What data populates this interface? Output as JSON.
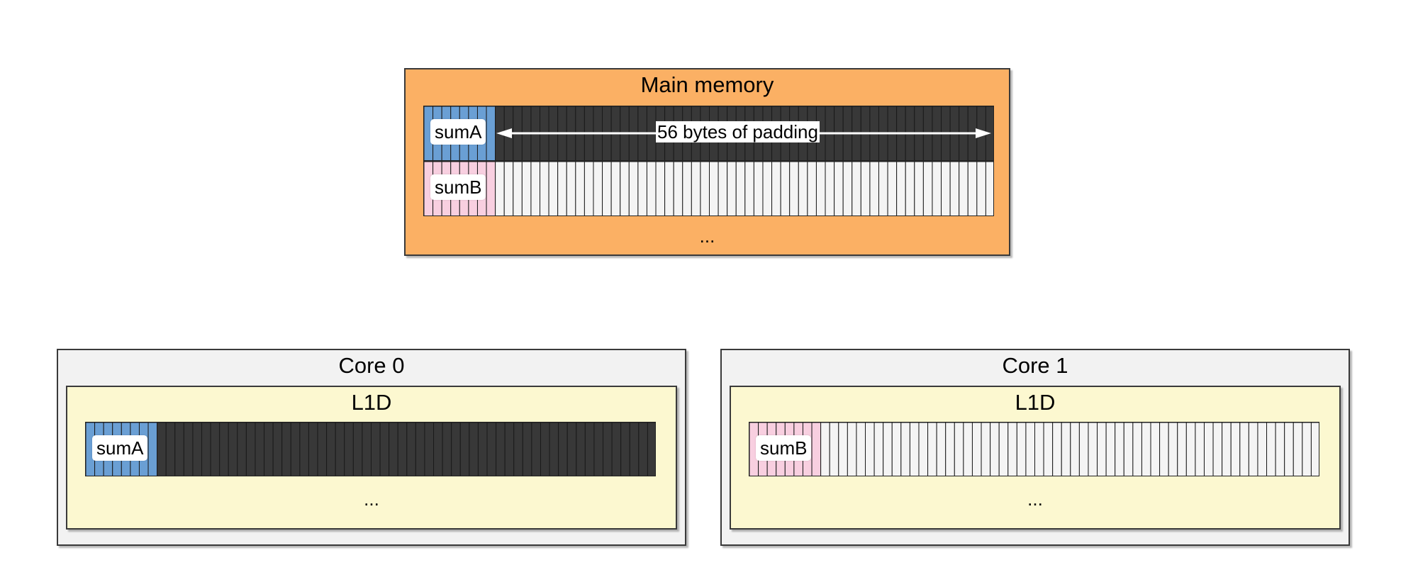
{
  "main_memory": {
    "title": "Main memory",
    "line_a": {
      "variable": "sumA",
      "padding_label": "56 bytes of padding",
      "var_color": "#6a9fd4",
      "pad_color": "#383838"
    },
    "line_b": {
      "variable": "sumB",
      "var_color": "#f8cfe0",
      "pad_color": "#f4f4f4"
    },
    "ellipsis": "..."
  },
  "core0": {
    "title": "Core 0",
    "cache": {
      "title": "L1D",
      "variable": "sumA",
      "var_color": "#6a9fd4",
      "pad_color": "#383838",
      "ellipsis": "..."
    }
  },
  "core1": {
    "title": "Core 1",
    "cache": {
      "title": "L1D",
      "variable": "sumB",
      "var_color": "#f8cfe0",
      "pad_color": "#f4f4f4",
      "ellipsis": "..."
    }
  },
  "colors": {
    "main_memory_bg": "#fbb064",
    "core_bg": "#f2f2f2",
    "cache_bg": "#fcf8d0"
  }
}
